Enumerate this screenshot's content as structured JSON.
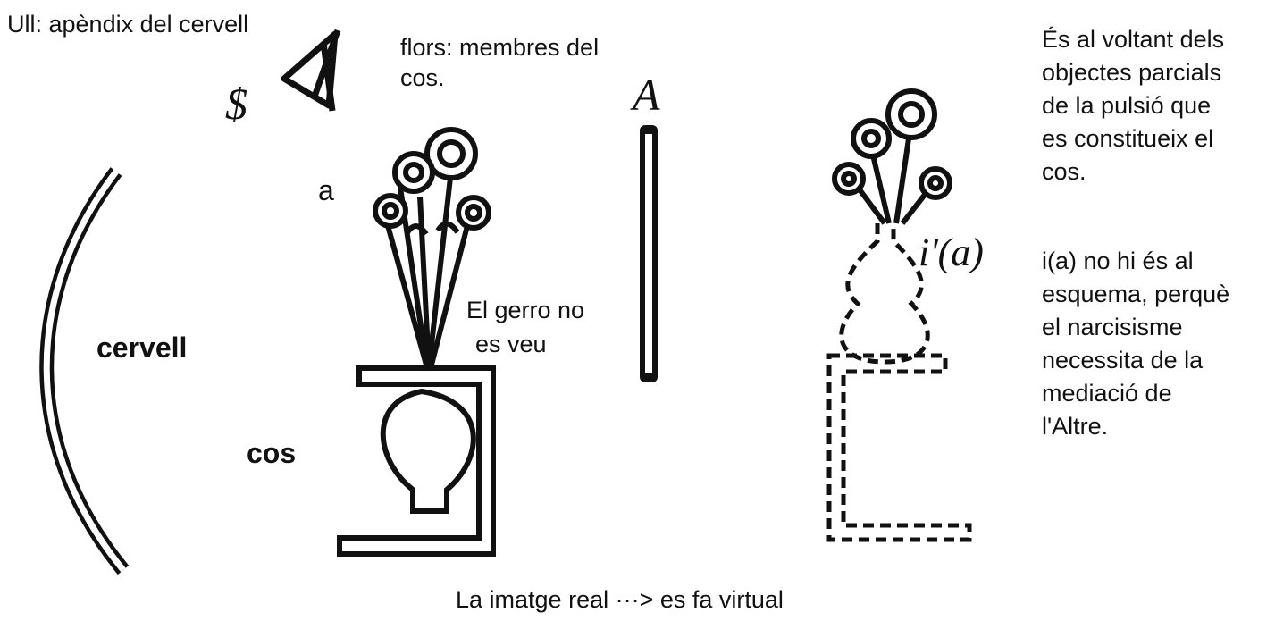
{
  "labels": {
    "eye": "Ull: apèndix del cervell",
    "flowers": "flors: membres del cos.",
    "symbol_s": "$",
    "symbol_a_big": "A",
    "small_a": "a",
    "vase_hidden_1": "El gerro  no",
    "vase_hidden_2": "es veu",
    "brain": "cervell",
    "body": "cos",
    "image_ia": "i'(a)",
    "caption": "La imatge real  ···> es fa virtual"
  },
  "notes": {
    "note1": "És al voltant dels\nobjectes parcials\nde la pulsió que\nes constitueix el\ncos.",
    "note2": "i(a) no hi és al\nesquema, perquè\nel narcisisme\nnecessita de la\nmediació de\nl'Altre."
  },
  "colors": {
    "ink": "#111111",
    "background": "#ffffff"
  }
}
